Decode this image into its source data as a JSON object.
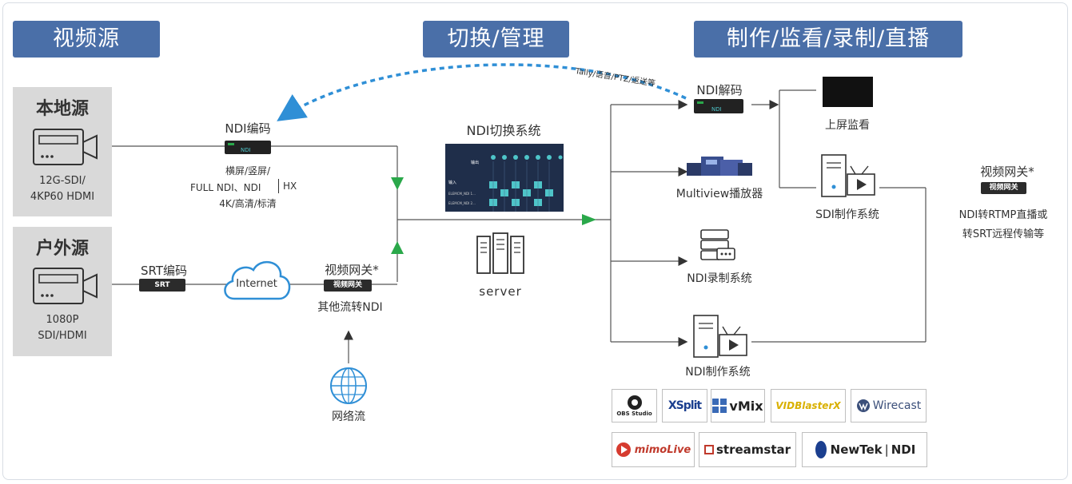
{
  "headers": {
    "source": "视频源",
    "switching": "切换/管理",
    "production": "制作/监看/录制/直播"
  },
  "sources": {
    "local": {
      "title": "本地源",
      "spec": [
        "12G-SDI/",
        "4KP60 HDMI"
      ]
    },
    "outdoor": {
      "title": "户外源",
      "spec": [
        "1080P",
        "SDI/HDMI"
      ]
    }
  },
  "encoders": {
    "ndi": {
      "title": "NDI编码",
      "chip": "NDI",
      "desc": [
        "横屏/竖屏/",
        "FULL NDI、NDI",
        "HX",
        "4K/高清/标清"
      ]
    },
    "srt": {
      "title": "SRT编码",
      "chip": "SRT"
    },
    "internet": "Internet",
    "gateway": {
      "title": "视频网关*",
      "chip": "视频网关",
      "desc": "其他流转NDI"
    },
    "network_stream": "网络流"
  },
  "switching": {
    "title": "NDI切换系统",
    "server": "server",
    "panel_out": "输出",
    "panel_in": "输入",
    "rows": [
      "ELEMCM_NDI 1...",
      "ELEMCM_NDI 2..."
    ]
  },
  "feedback_label": "Tally/语音/PTZ/返送等",
  "outputs": {
    "decode": {
      "title": "NDI解码",
      "chip": "NDI"
    },
    "monitor": "上屏监看",
    "multiview": "Multiview播放器",
    "record": "NDI录制系统",
    "sdi_prod": "SDI制作系统",
    "ndi_prod": "NDI制作系统",
    "gateway_out": {
      "title": "视频网关*",
      "chip": "视频网关",
      "desc": [
        "NDI转RTMP直播或",
        "转SRT远程传输等"
      ]
    }
  },
  "logos": [
    "OBS Studio",
    "XSplit",
    "vMix",
    "VIDBlasterX",
    "Wirecast",
    "mimoLive",
    "streamstar",
    "NewTek",
    "NDI"
  ],
  "colors": {
    "header": "#4a6fa8",
    "accent_green": "#2aa84a",
    "dash_blue": "#2f8fd6",
    "cyan": "#4ec5c9",
    "grey_box": "#d9d9d9"
  }
}
